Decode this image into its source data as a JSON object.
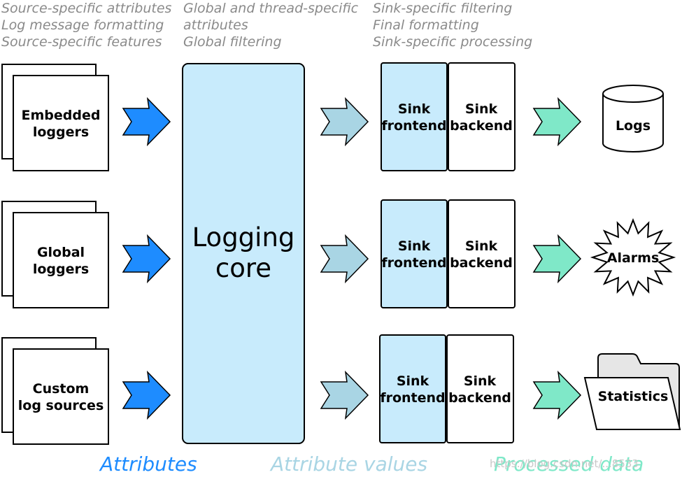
{
  "headers": {
    "col1": [
      "Source-specific attributes",
      "Log message formatting",
      "Source-specific features"
    ],
    "col2": [
      "Global and thread-specific",
      "attributes",
      "Global filtering"
    ],
    "col3": [
      "Sink-specific filtering",
      "Final formatting",
      "Sink-specific processing"
    ]
  },
  "sources": [
    {
      "line1": "Embedded",
      "line2": "loggers"
    },
    {
      "line1": "Global",
      "line2": "loggers"
    },
    {
      "line1": "Custom",
      "line2": "log sources"
    }
  ],
  "core": {
    "line1": "Logging",
    "line2": "core"
  },
  "sinks": [
    {
      "frontend1": "Sink",
      "frontend2": "frontend",
      "backend1": "Sink",
      "backend2": "backend"
    },
    {
      "frontend1": "Sink",
      "frontend2": "frontend",
      "backend1": "Sink",
      "backend2": "backend"
    },
    {
      "frontend1": "Sink",
      "frontend2": "frontend",
      "backend1": "Sink",
      "backend2": "backend"
    }
  ],
  "outputs": {
    "logs": "Logs",
    "alarms": "Alarms",
    "statistics": "Statistics"
  },
  "footer": {
    "attributes": "Attributes",
    "attribute_values": "Attribute values",
    "processed_data": "Processed data"
  },
  "watermark": "https://blog.csdn.net/...8533",
  "colors": {
    "attributes_arrow": "#1e8cff",
    "values_arrow": "#a9d5e4",
    "processed_arrow": "#7fe8c8",
    "core_fill": "#c8ebfc",
    "frontend_fill": "#c8ebfc",
    "folder_tab": "#e6e6e6"
  }
}
